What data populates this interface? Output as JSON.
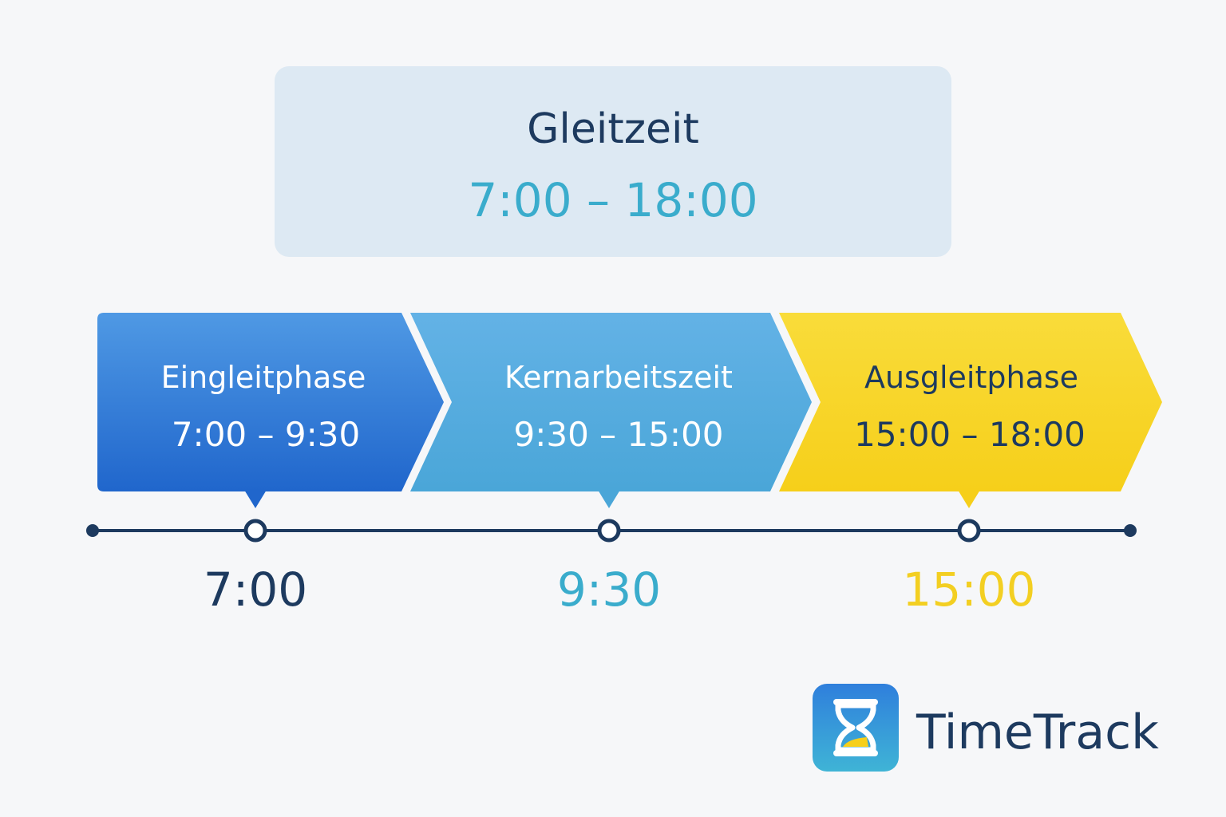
{
  "summary": {
    "title": "Gleitzeit",
    "range": "7:00 – 18:00"
  },
  "phases": [
    {
      "name": "Eingleitphase",
      "time": "7:00 – 9:30",
      "color": "#2f7fdc",
      "text_color": "#ffffff"
    },
    {
      "name": "Kernarbeitszeit",
      "time": "9:30 – 15:00",
      "color": "#56aedf",
      "text_color": "#ffffff"
    },
    {
      "name": "Ausgleitphase",
      "time": "15:00 – 18:00",
      "color": "#f7d625",
      "text_color": "#1d3a5f"
    }
  ],
  "timeline": {
    "ticks": [
      {
        "label": "7:00",
        "color": "#1d3a5f"
      },
      {
        "label": "9:30",
        "color": "#3aaccc"
      },
      {
        "label": "15:00",
        "color": "#f3cf22"
      }
    ],
    "line_color": "#1d3a5f"
  },
  "brand": {
    "name": "TimeTrack",
    "icon": "hourglass-icon"
  }
}
